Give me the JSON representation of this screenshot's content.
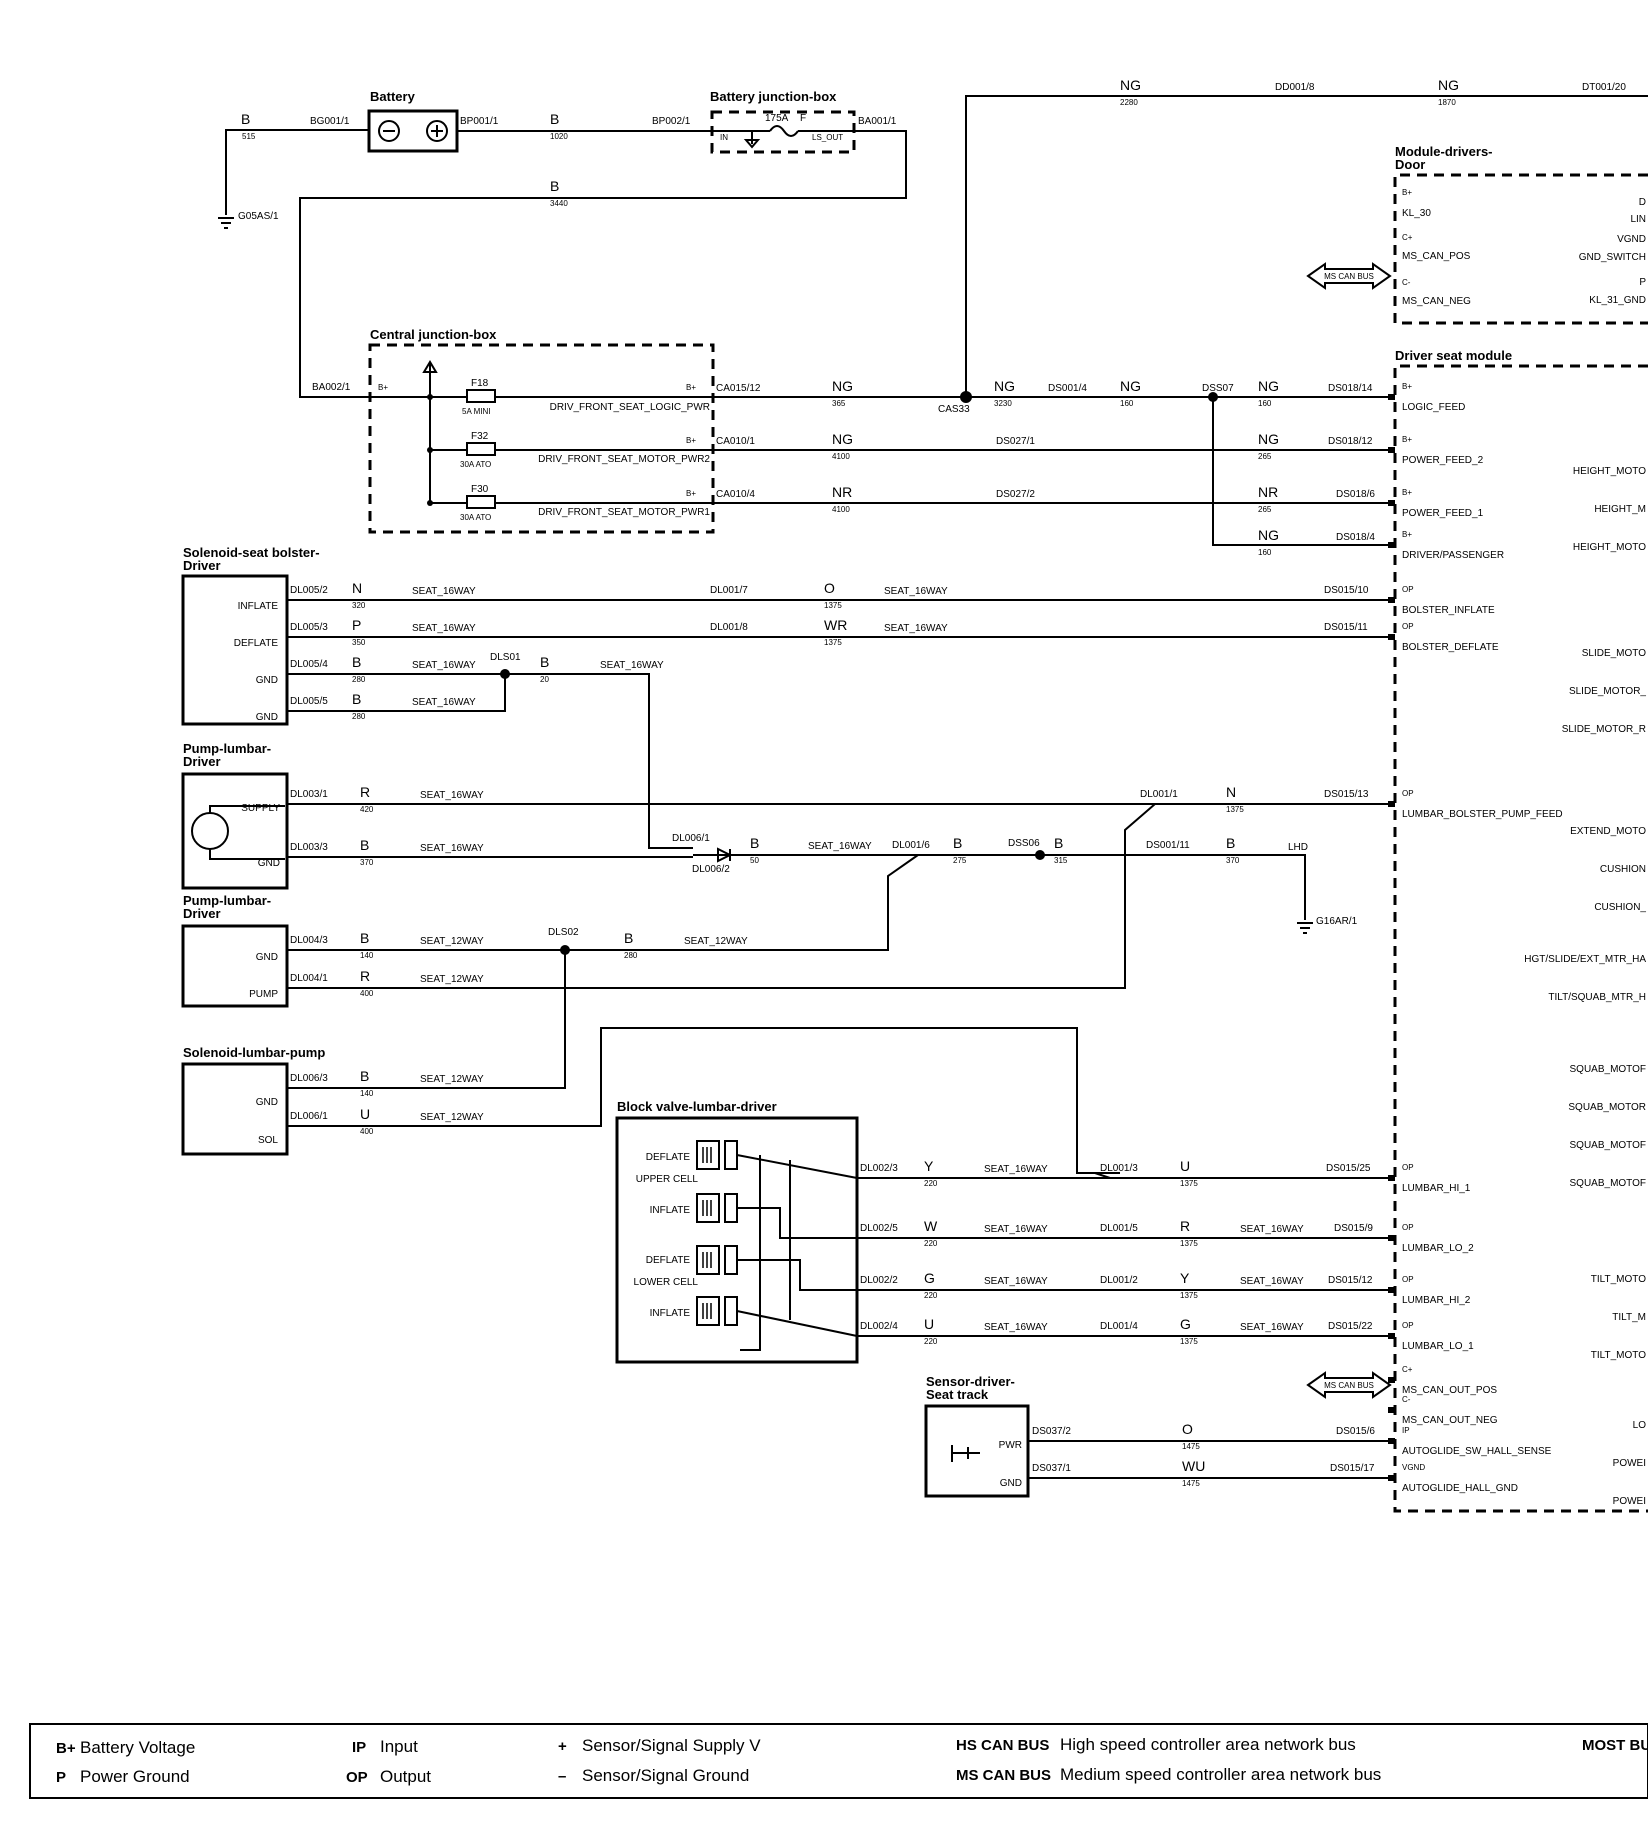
{
  "components": {
    "battery": "Battery",
    "battery_jbox": "Battery junction-box",
    "central_jbox": "Central junction-box",
    "module_door": [
      "Module-drivers-",
      "Door"
    ],
    "driver_seat_module": "Driver seat module",
    "solenoid_bolster": [
      "Solenoid-seat bolster-",
      "Driver"
    ],
    "pump_lumbar_1": [
      "Pump-lumbar-",
      "Driver"
    ],
    "pump_lumbar_2": [
      "Pump-lumbar-",
      "Driver"
    ],
    "solenoid_lumbar_pump": "Solenoid-lumbar-pump",
    "block_valve": "Block valve-lumbar-driver",
    "sensor_seat_track": [
      "Sensor-driver-",
      "Seat track"
    ]
  },
  "battery_jbox_labels": {
    "fuse": "175A",
    "f": "F",
    "in": "IN",
    "out": "LS_OUT"
  },
  "ground_labels": {
    "g05as": "G05AS/1",
    "g16ar": "G16AR/1",
    "lhd": "LHD"
  },
  "fuses": [
    {
      "id": "F18",
      "rating": "5A MINI",
      "circuit": "DRIV_FRONT_SEAT_LOGIC_PWR"
    },
    {
      "id": "F32",
      "rating": "30A ATO",
      "circuit": "DRIV_FRONT_SEAT_MOTOR_PWR2"
    },
    {
      "id": "F30",
      "rating": "30A ATO",
      "circuit": "DRIV_FRONT_SEAT_MOTOR_PWR1"
    }
  ],
  "connectors": {
    "bg001": "BG001/1",
    "bp001": "BP001/1",
    "bp002": "BP002/1",
    "ba001": "BA001/1",
    "ba002": "BA002/1",
    "ca015_12": "CA015/12",
    "ca010_1": "CA010/1",
    "ca010_4": "CA010/4",
    "ds001_4": "DS001/4",
    "dss07": "DSS07",
    "cas33": "CAS33",
    "ds018_14": "DS018/14",
    "ds018_12": "DS018/12",
    "ds018_6": "DS018/6",
    "ds018_4": "DS018/4",
    "ds027_1": "DS027/1",
    "ds027_2": "DS027/2",
    "dd001_8": "DD001/8",
    "dt001_20": "DT001/20",
    "dl005_2": "DL005/2",
    "dl005_3": "DL005/3",
    "dl005_4": "DL005/4",
    "dl005_5": "DL005/5",
    "dl001_7": "DL001/7",
    "dl001_8": "DL001/8",
    "dls01": "DLS01",
    "ds015_10": "DS015/10",
    "ds015_11": "DS015/11",
    "dl003_1": "DL003/1",
    "dl003_3": "DL003/3",
    "dl001_1": "DL001/1",
    "ds015_13": "DS015/13",
    "dl006_1": "DL006/1",
    "dl006_2": "DL006/2",
    "dl001_6": "DL001/6",
    "dss06": "DSS06",
    "ds001_11": "DS001/11",
    "dl004_3": "DL004/3",
    "dl004_1": "DL004/1",
    "dls02": "DLS02",
    "dl006_3": "DL006/3",
    "dl006_1b": "DL006/1",
    "dl002_3": "DL002/3",
    "dl002_5": "DL002/5",
    "dl002_2": "DL002/2",
    "dl002_4": "DL002/4",
    "dl001_3": "DL001/3",
    "dl001_5": "DL001/5",
    "dl001_2": "DL001/2",
    "dl001_4": "DL001/4",
    "ds015_25": "DS015/25",
    "ds015_9": "DS015/9",
    "ds015_12": "DS015/12",
    "ds015_22": "DS015/22",
    "ds037_2": "DS037/2",
    "ds037_1": "DS037/1",
    "ds015_6": "DS015/6",
    "ds015_17": "DS015/17"
  },
  "wires": [
    {
      "id": "w1",
      "color": "B",
      "size": "515"
    },
    {
      "id": "w2",
      "color": "B",
      "size": "1020"
    },
    {
      "id": "w3",
      "color": "B",
      "size": "3440"
    },
    {
      "id": "w4",
      "color": "NG",
      "size": "2280"
    },
    {
      "id": "w5",
      "color": "NG",
      "size": "1870"
    },
    {
      "id": "w6",
      "color": "NG",
      "size": "365"
    },
    {
      "id": "w7",
      "color": "NG",
      "size": "3230"
    },
    {
      "id": "w8",
      "color": "NG",
      "size": "160"
    },
    {
      "id": "w9",
      "color": "NG",
      "size": "160"
    },
    {
      "id": "w10",
      "color": "NG",
      "size": "4100"
    },
    {
      "id": "w11",
      "color": "NG",
      "size": "265"
    },
    {
      "id": "w12",
      "color": "NR",
      "size": "4100"
    },
    {
      "id": "w13",
      "color": "NR",
      "size": "265"
    },
    {
      "id": "w14",
      "color": "NG",
      "size": "160"
    },
    {
      "id": "w15",
      "color": "N",
      "size": "320"
    },
    {
      "id": "w16",
      "color": "O",
      "size": "1375"
    },
    {
      "id": "w17",
      "color": "P",
      "size": "350"
    },
    {
      "id": "w18",
      "color": "WR",
      "size": "1375"
    },
    {
      "id": "w19",
      "color": "B",
      "size": "280"
    },
    {
      "id": "w20",
      "color": "B",
      "size": "20"
    },
    {
      "id": "w21",
      "color": "B",
      "size": "280"
    },
    {
      "id": "w22",
      "color": "R",
      "size": "420"
    },
    {
      "id": "w23",
      "color": "N",
      "size": "1375"
    },
    {
      "id": "w24",
      "color": "B",
      "size": "370"
    },
    {
      "id": "w25",
      "color": "B",
      "size": "50"
    },
    {
      "id": "w26",
      "color": "B",
      "size": "275"
    },
    {
      "id": "w27",
      "color": "B",
      "size": "315"
    },
    {
      "id": "w28",
      "color": "B",
      "size": "370"
    },
    {
      "id": "w29",
      "color": "B",
      "size": "140"
    },
    {
      "id": "w30",
      "color": "B",
      "size": "280"
    },
    {
      "id": "w31",
      "color": "R",
      "size": "400"
    },
    {
      "id": "w32",
      "color": "B",
      "size": "140"
    },
    {
      "id": "w33",
      "color": "U",
      "size": "400"
    },
    {
      "id": "w34",
      "color": "Y",
      "size": "220"
    },
    {
      "id": "w35",
      "color": "U",
      "size": "1375"
    },
    {
      "id": "w36",
      "color": "W",
      "size": "220"
    },
    {
      "id": "w37",
      "color": "R",
      "size": "1375"
    },
    {
      "id": "w38",
      "color": "G",
      "size": "220"
    },
    {
      "id": "w39",
      "color": "Y",
      "size": "1375"
    },
    {
      "id": "w40",
      "color": "U",
      "size": "220"
    },
    {
      "id": "w41",
      "color": "G",
      "size": "1375"
    },
    {
      "id": "w42",
      "color": "O",
      "size": "1475"
    },
    {
      "id": "w43",
      "color": "WU",
      "size": "1475"
    }
  ],
  "harness": {
    "h16": "SEAT_16WAY",
    "h12": "SEAT_12WAY"
  },
  "pins": {
    "solenoid_bolster": [
      "INFLATE",
      "DEFLATE",
      "GND",
      "GND"
    ],
    "pump1": [
      "SUPPLY",
      "GND"
    ],
    "pump2": [
      "GND",
      "PUMP"
    ],
    "sol_pump": [
      "GND",
      "SOL"
    ],
    "block_valve": [
      "DEFLATE",
      "UPPER CELL",
      "INFLATE",
      "DEFLATE",
      "LOWER CELL",
      "INFLATE"
    ],
    "sensor": [
      "PWR",
      "GND"
    ],
    "cjb_bplus": "B+"
  },
  "door_module_pins": {
    "left": [
      [
        "B+",
        "KL_30"
      ],
      [
        "C+",
        "MS_CAN_POS"
      ],
      [
        "C-",
        "MS_CAN_NEG"
      ]
    ],
    "right": [
      "D",
      "LIN",
      "VGND",
      "GND_SWITCH",
      "P",
      "KL_31_GND"
    ],
    "can_bus": "MS CAN BUS"
  },
  "seat_module_pins": [
    [
      "B+",
      "LOGIC_FEED"
    ],
    [
      "B+",
      "POWER_FEED_2"
    ],
    [
      "B+",
      "POWER_FEED_1"
    ],
    [
      "B+",
      "DRIVER/PASSENGER"
    ],
    [
      "OP",
      "BOLSTER_INFLATE"
    ],
    [
      "OP",
      "BOLSTER_DEFLATE"
    ],
    [
      "OP",
      "LUMBAR_BOLSTER_PUMP_FEED"
    ],
    [
      "OP",
      "LUMBAR_HI_1"
    ],
    [
      "OP",
      "LUMBAR_LO_2"
    ],
    [
      "OP",
      "LUMBAR_HI_2"
    ],
    [
      "OP",
      "LUMBAR_LO_1"
    ],
    [
      "C+",
      "MS_CAN_OUT_POS"
    ],
    [
      "C-",
      "MS_CAN_OUT_NEG"
    ],
    [
      "IP",
      "AUTOGLIDE_SW_HALL_SENSE"
    ],
    [
      "VGND",
      "AUTOGLIDE_HALL_GND"
    ]
  ],
  "seat_module_right_labels": [
    "HEIGHT_MOTO",
    "HEIGHT_M",
    "HEIGHT_MOTO",
    "SLIDE_MOTO",
    "SLIDE_MOTOR_",
    "SLIDE_MOTOR_R",
    "EXTEND_MOTO",
    "CUSHION",
    "CUSHION_",
    "HGT/SLIDE/EXT_MTR_HA",
    "TILT/SQUAB_MTR_H",
    "SQUAB_MOTOF",
    "SQUAB_MOTOR",
    "SQUAB_MOTOF",
    "SQUAB_MOTOF",
    "TILT_MOTO",
    "TILT_M",
    "TILT_MOTO",
    "LO",
    "POWEI",
    "POWEI"
  ],
  "seat_can_bus": "MS CAN BUS",
  "legend": [
    {
      "code": "B+",
      "text": "Battery Voltage"
    },
    {
      "code": "P",
      "text": "Power Ground"
    },
    {
      "code": "IP",
      "text": "Input"
    },
    {
      "code": "OP",
      "text": "Output"
    },
    {
      "code": "+",
      "text": "Sensor/Signal Supply V"
    },
    {
      "code": "–",
      "text": "Sensor/Signal Ground"
    },
    {
      "code": "HS CAN BUS",
      "text": "High speed controller area network bus"
    },
    {
      "code": "MS CAN BUS",
      "text": "Medium speed controller area network bus"
    },
    {
      "code": "MOST BU",
      "text": ""
    }
  ]
}
